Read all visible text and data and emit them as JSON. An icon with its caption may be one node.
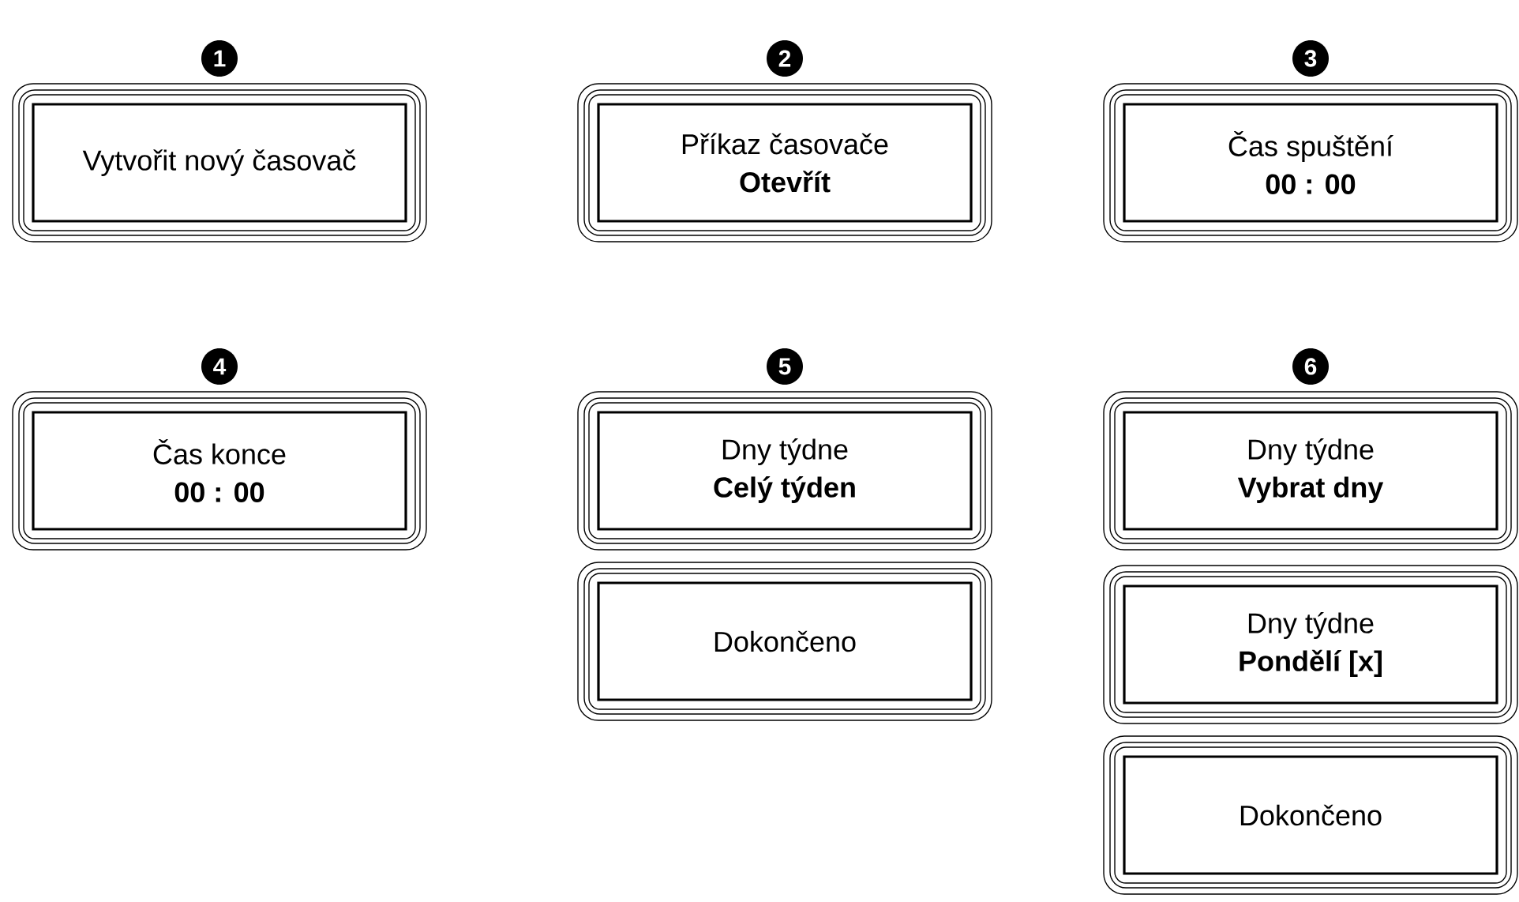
{
  "diagram": {
    "nodes": [
      {
        "text": [
          "Vytvořit nový časovač"
        ]
      },
      {
        "text": [
          "Příkaz časovače",
          "Otevřít"
        ]
      },
      {
        "text": [
          "Čas spuštění",
          "00 : 00"
        ]
      },
      {
        "text": [
          "Čas konce",
          "00 : 00"
        ]
      },
      {
        "text": [
          "Dny týdne",
          "Celý týden"
        ]
      },
      {
        "text": [
          "Dokončeno"
        ]
      },
      {
        "text": [
          "Dny týdne",
          "Vybrat dny"
        ]
      },
      {
        "text": [
          "Dny týdne",
          "Pondělí [x]"
        ]
      },
      {
        "text": [
          "Dokončeno"
        ]
      }
    ],
    "labels": [
      "1",
      "2",
      "3",
      "4",
      "5",
      "6"
    ]
  }
}
